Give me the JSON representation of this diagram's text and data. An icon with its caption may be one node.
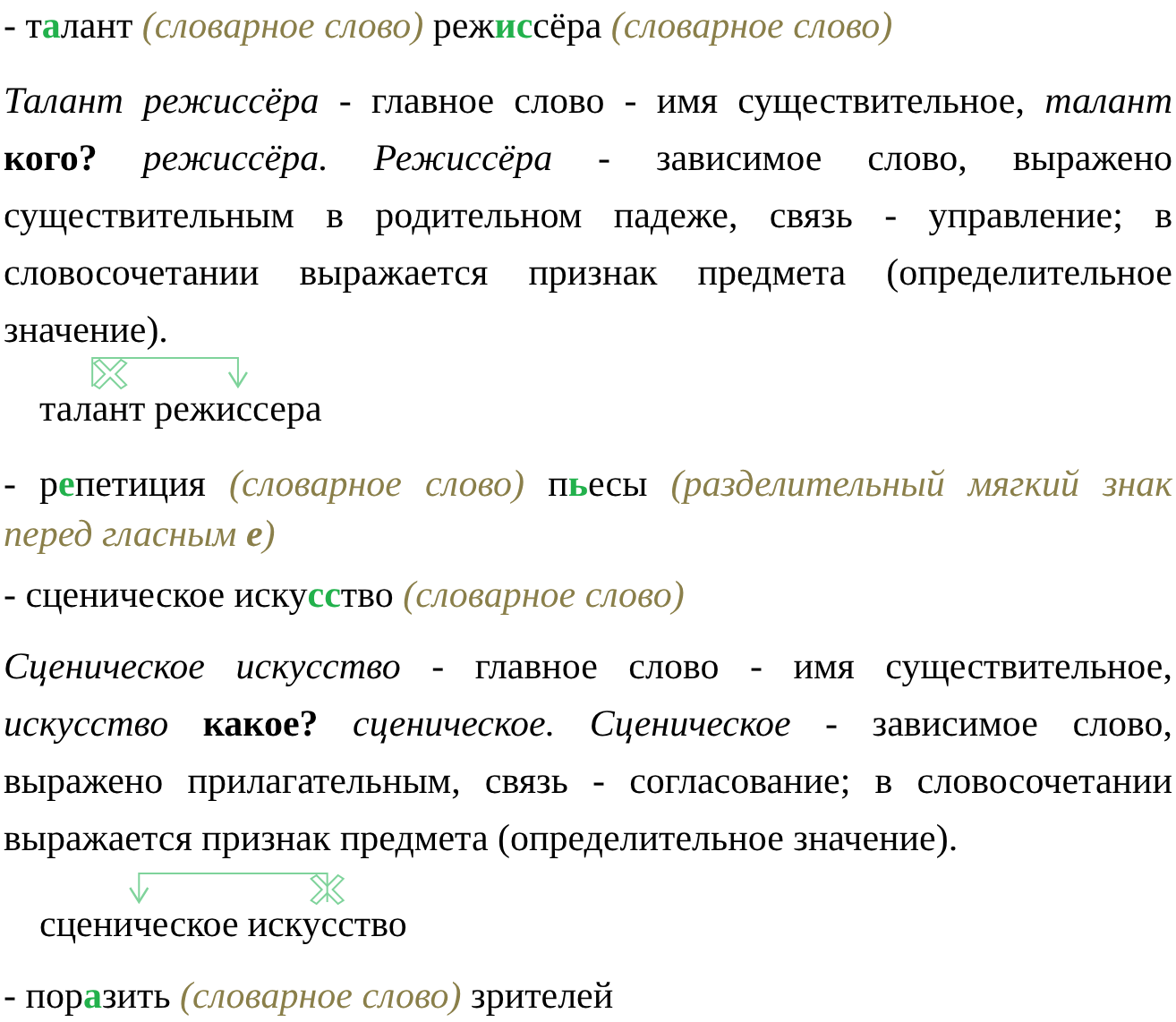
{
  "diagram": {
    "nodes": [
      {
        "text": [
          "талант"
        ]
      },
      {
        "text": [
          "режиссера"
        ]
      },
      {
        "text": [
          "сценическое"
        ]
      },
      {
        "text": [
          "искусство"
        ]
      }
    ],
    "edges": [
      {
        "from": 0,
        "to": 1,
        "arrow": "to"
      },
      {
        "from": 3,
        "to": 2,
        "arrow": "to"
      }
    ],
    "labels": [
      "- т**а**лант",
      "(словарное слово)",
      "реж**ис**сёра",
      "(словарное слово)",
      "*Талант режиссёра* - главное слово - имя существительное, *талант* **кого?** *режиссёра. Режиссёра* - зависимое слово, выражено существительным в родительном падеже, связь - управление; в словосочетании выражается признак предмета (определительное значение).",
      "- р**е**петиция",
      "(словарное слово)",
      "п**ь**есы",
      "(разделительный мягкий знак перед гласным **е**)",
      "- сценическое иску**сс**тво",
      "(словарное слово)",
      "*Сценическое искусство* - главное слово - имя существительное, *искусство* **какое?** *сценическое. Сценическое* - зависимое слово, выражено прилагательным, связь - согласование; в словосочетании выражается признак предмета (определительное значение).",
      "- пор**а**зить",
      "(словарное слово)",
      "зрителей"
    ]
  }
}
